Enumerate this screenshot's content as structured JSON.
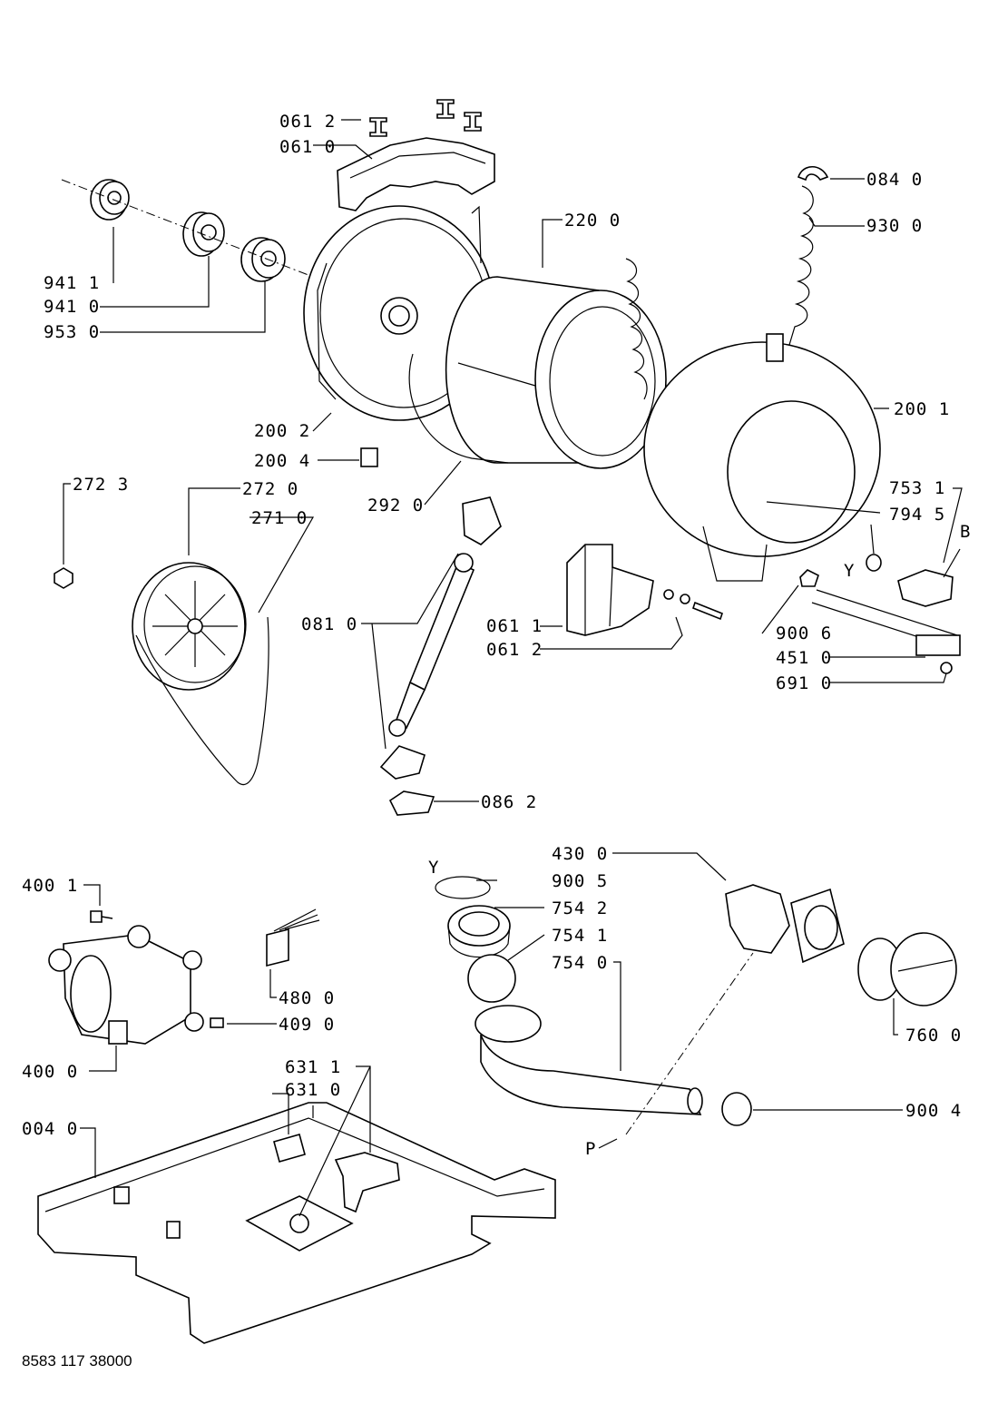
{
  "drawing_number": "8583 117 38000",
  "labels": {
    "l0612a": "061 2",
    "l0610": "061 0",
    "l0840": "084 0",
    "l9300": "930 0",
    "l2200": "220 0",
    "l9411": "941 1",
    "l9410": "941 0",
    "l9530": "953 0",
    "l2001": "200 1",
    "l2002": "200 2",
    "l2004": "200 4",
    "l2723": "272 3",
    "l2720": "272 0",
    "l2710": "271 0",
    "l2920": "292 0",
    "l7531": "753 1",
    "l7945": "794 5",
    "lB": "B",
    "lY1": "Y",
    "l0810": "081 0",
    "l0611": "061 1",
    "l0612b": "061 2",
    "l9006": "900 6",
    "l4510": "451 0",
    "l6910": "691 0",
    "l0862": "086 2",
    "l4300": "430 0",
    "lY2": "Y",
    "l9005": "900 5",
    "l7542": "754 2",
    "l7541": "754 1",
    "l7540": "754 0",
    "l4001": "400 1",
    "l4800": "480 0",
    "l4090": "409 0",
    "l4000": "400 0",
    "l7600": "760 0",
    "l6311": "631 1",
    "l6310": "631 0",
    "l0040": "004 0",
    "l9004": "900 4",
    "lP": "P"
  }
}
